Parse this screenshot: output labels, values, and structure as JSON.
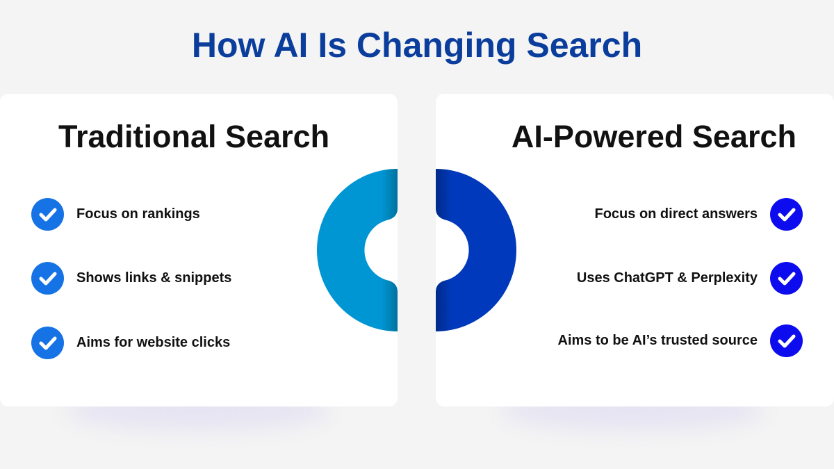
{
  "title": "How AI Is Changing Search",
  "colors": {
    "title": "#0a3d9c",
    "traditional_accent": "#0096d4",
    "ai_accent": "#0039bb",
    "traditional_check": "#1673e6",
    "ai_check": "#0c0cee"
  },
  "traditional": {
    "heading": "Traditional Search",
    "items": [
      {
        "label": "Focus on rankings",
        "icon": "check-circle-icon"
      },
      {
        "label": "Shows links & snippets",
        "icon": "check-circle-icon"
      },
      {
        "label": "Aims for website clicks",
        "icon": "check-circle-icon"
      }
    ]
  },
  "ai": {
    "heading": "AI-Powered Search",
    "items": [
      {
        "label": "Focus on direct answers",
        "icon": "check-circle-icon"
      },
      {
        "label": "Uses ChatGPT & Perplexity",
        "icon": "check-circle-icon"
      },
      {
        "label": "Aims to be AI’s trusted source",
        "icon": "check-circle-icon"
      }
    ]
  }
}
